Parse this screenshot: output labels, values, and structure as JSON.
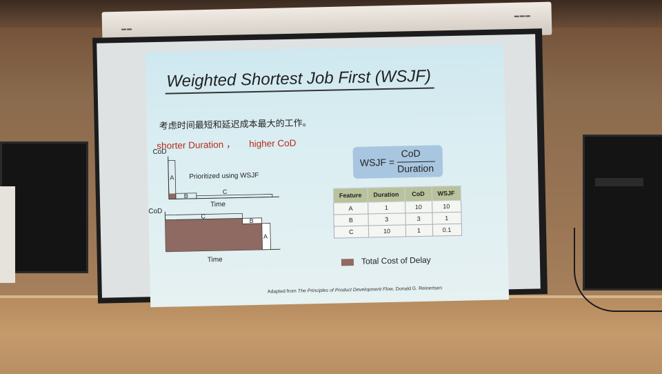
{
  "slide": {
    "title": "Weighted Shortest Job First (WSJF)",
    "subtitle": "考虑时间最短和延迟成本最大的工作。",
    "emphasis": [
      "shorter Duration ，",
      "higher CoD"
    ],
    "formula": {
      "lhs": "WSJF =",
      "numerator": "CoD",
      "denominator": "Duration"
    },
    "table": {
      "headers": [
        "Feature",
        "Duration",
        "CoD",
        "WSJF"
      ],
      "rows": [
        [
          "A",
          "1",
          "10",
          "10"
        ],
        [
          "B",
          "3",
          "3",
          "1"
        ],
        [
          "C",
          "10",
          "1",
          "0.1"
        ]
      ]
    },
    "legend_label": "Total Cost of Delay",
    "credit_prefix": "Adapted from ",
    "credit_title": "The Principles of Product Development Flow",
    "credit_suffix": ", Donald G. Reinertsen",
    "diagram_top": {
      "ylabel": "CoD",
      "xlabel": "Time",
      "annotation": "Prioritized using WSJF",
      "labels": [
        "A",
        "B",
        "C"
      ]
    },
    "diagram_bottom": {
      "ylabel": "CoD",
      "xlabel": "Time",
      "labels": [
        "C",
        "B",
        "A"
      ]
    },
    "colors": {
      "delay": "#8f6a62",
      "header": "#b8c29b",
      "accent_red": "#b52a1a",
      "formula_bg": "#a8c6e0"
    }
  }
}
